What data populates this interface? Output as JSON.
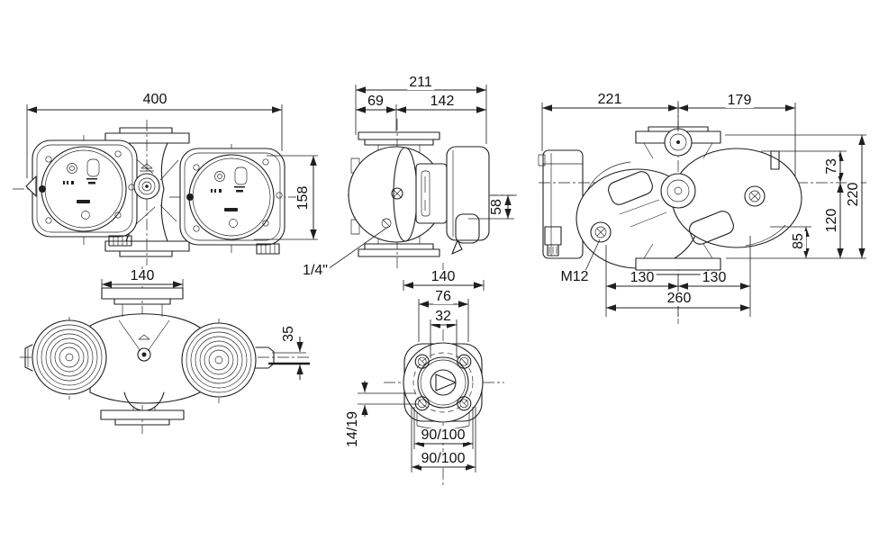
{
  "drawing": {
    "kind": "pump-dimensional-drawing",
    "unit": "mm",
    "line_color": "#1f1f1f",
    "background": "#ffffff",
    "views": {
      "front": {
        "overall_width": "400",
        "body_height": "158"
      },
      "side": {
        "overall_depth": "211",
        "flange_to_center": "69",
        "center_to_box": "142",
        "port_offset": "58",
        "plug_thread": "1/4\""
      },
      "top": {
        "left_of_center": "221",
        "right_of_center": "179",
        "head_offset": "73",
        "head_depth": "120",
        "overall_depth": "220",
        "base_depth": "85",
        "bolt_size": "M12",
        "port_left": "130",
        "port_right": "130",
        "port_total": "260"
      },
      "bottom": {
        "flange_width": "140",
        "foot_offset": "35"
      },
      "flange": {
        "flange_width": "140",
        "hub_width": "76",
        "bore_width": "32",
        "bolt_hole": "14/19",
        "bolt_circle_a": "90/100",
        "bolt_circle_b": "90/100"
      }
    }
  }
}
